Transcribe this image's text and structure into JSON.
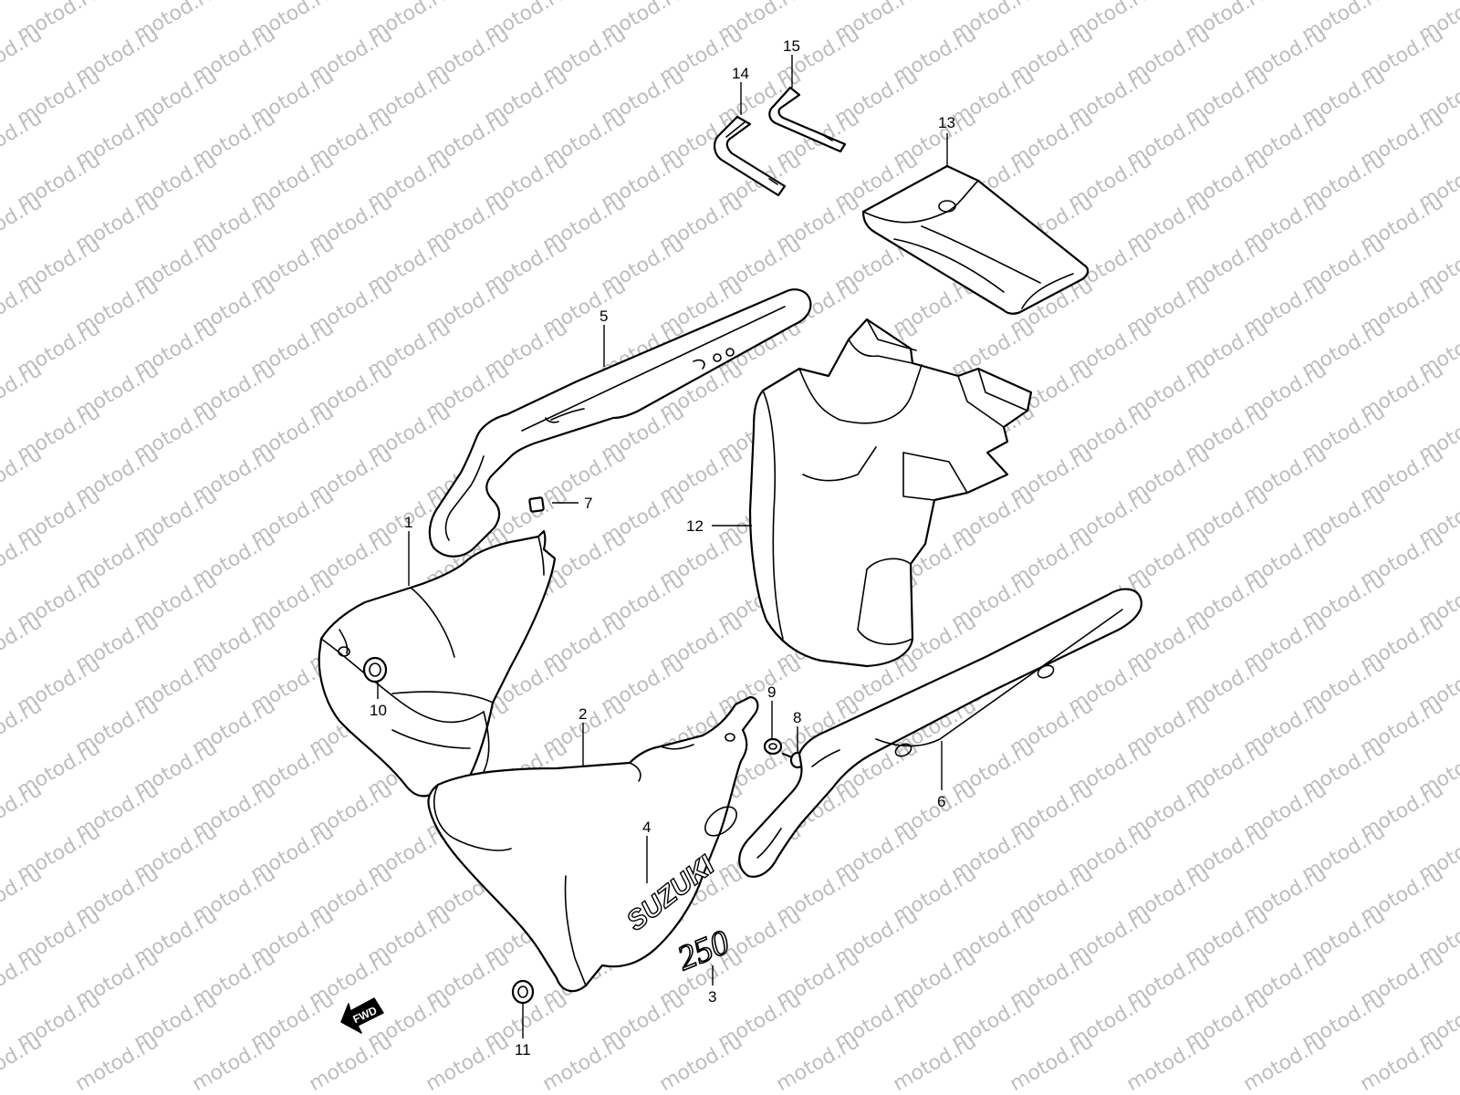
{
  "watermark": {
    "text": "motod.ru",
    "color": "#bdbdbd"
  },
  "callouts": [
    {
      "id": "1",
      "label": "1"
    },
    {
      "id": "2",
      "label": "2"
    },
    {
      "id": "3",
      "label": "3"
    },
    {
      "id": "4",
      "label": "4"
    },
    {
      "id": "5",
      "label": "5"
    },
    {
      "id": "6",
      "label": "6"
    },
    {
      "id": "7",
      "label": "7"
    },
    {
      "id": "8",
      "label": "8"
    },
    {
      "id": "9",
      "label": "9"
    },
    {
      "id": "10",
      "label": "10"
    },
    {
      "id": "11",
      "label": "11"
    },
    {
      "id": "12",
      "label": "12"
    },
    {
      "id": "13",
      "label": "13"
    },
    {
      "id": "14",
      "label": "14"
    },
    {
      "id": "15",
      "label": "15"
    }
  ],
  "brand_logo": "SUZUKI",
  "emblem": "250",
  "direction_arrow": {
    "label": "FWD",
    "icon": "fwd-arrow-icon"
  },
  "colors": {
    "line": "#000000",
    "fill": "#ffffff",
    "watermark": "#bdbdbd"
  }
}
